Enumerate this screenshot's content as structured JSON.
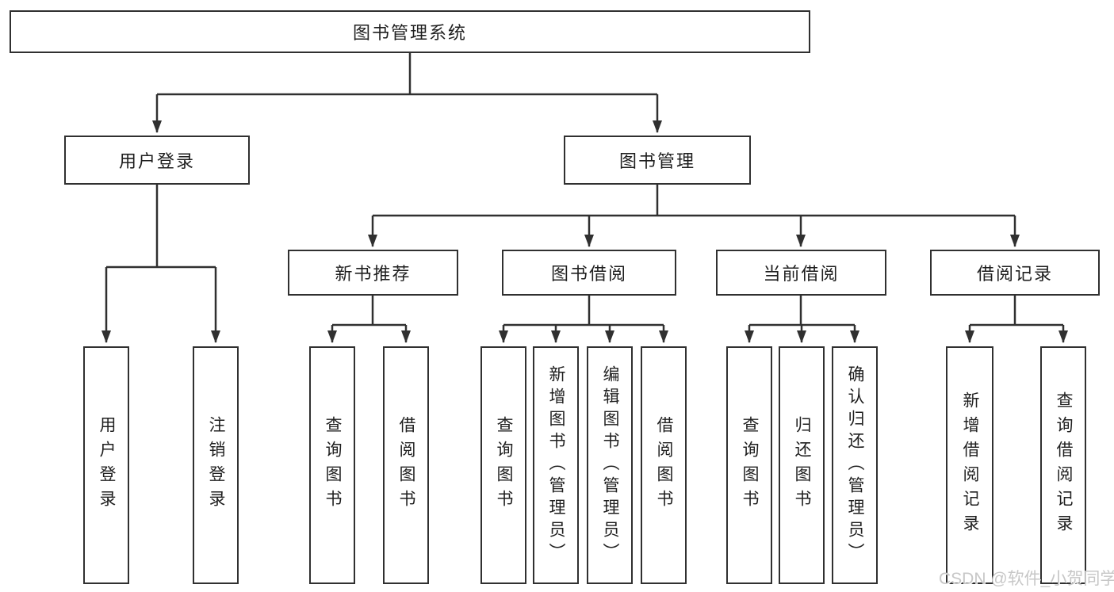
{
  "tree": {
    "root": {
      "label": "图书管理系统"
    },
    "user_login": {
      "label": "用户登录",
      "children": [
        {
          "label": "用户登录"
        },
        {
          "label": "注销登录"
        }
      ]
    },
    "book_mgmt": {
      "label": "图书管理",
      "sections": [
        {
          "label": "新书推荐",
          "children": [
            {
              "label": "查询图书"
            },
            {
              "label": "借阅图书"
            }
          ]
        },
        {
          "label": "图书借阅",
          "children": [
            {
              "label": "查询图书"
            },
            {
              "label": "新增图书（管理员）"
            },
            {
              "label": "编辑图书（管理员）"
            },
            {
              "label": "借阅图书"
            }
          ]
        },
        {
          "label": "当前借阅",
          "children": [
            {
              "label": "查询图书"
            },
            {
              "label": "归还图书"
            },
            {
              "label": "确认归还（管理员）"
            }
          ]
        },
        {
          "label": "借阅记录",
          "children": [
            {
              "label": "新增借阅记录"
            },
            {
              "label": "查询借阅记录"
            }
          ]
        }
      ]
    }
  },
  "watermark": {
    "text": "CSDN @软件_小贺同学"
  },
  "colors": {
    "line": "#303030",
    "box_border": "#303030",
    "text": "#1f1f1f",
    "watermark": "#c7c7c7",
    "background": "#ffffff"
  }
}
